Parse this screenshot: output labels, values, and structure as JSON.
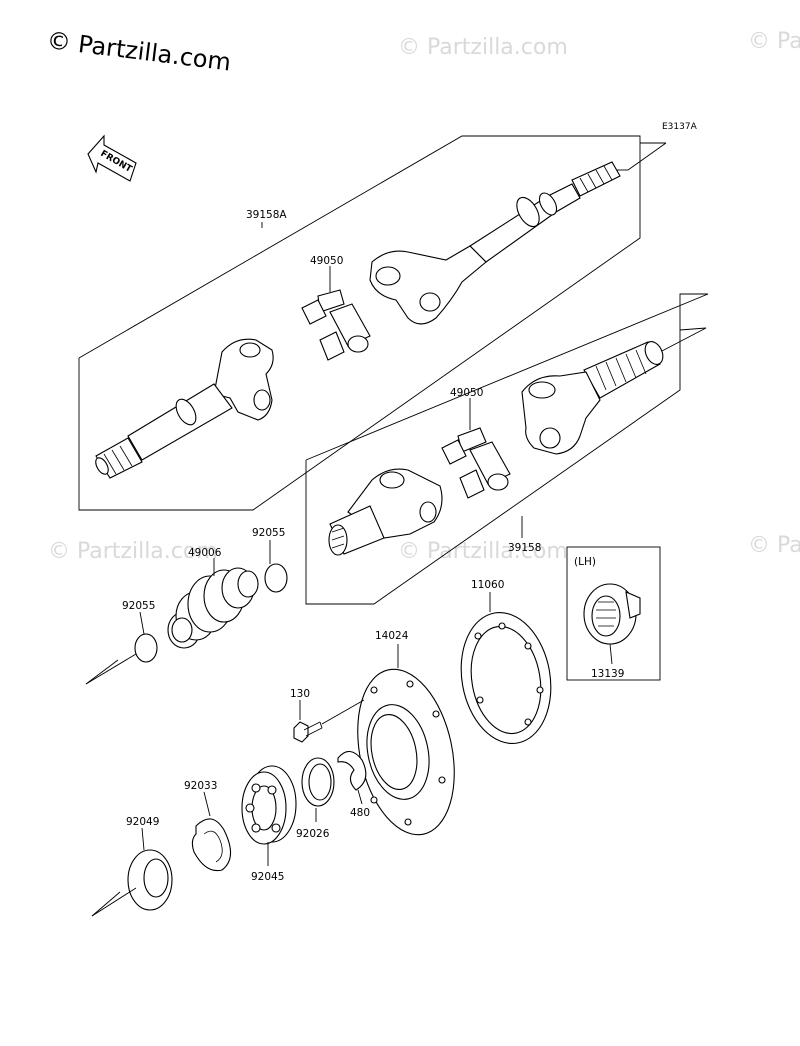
{
  "watermark": {
    "main": "© Partzilla.com",
    "faint": "© Partzilla.com"
  },
  "diagram_code": "E3137A",
  "front_label": "FRONT",
  "lh_label": "(LH)",
  "parts": {
    "p39158A": "39158A",
    "p49050_top": "49050",
    "p49050_mid": "49050",
    "p39158": "39158",
    "p49006": "49006",
    "p92055_right": "92055",
    "p92055_left": "92055",
    "p11060": "11060",
    "p14024": "14024",
    "p13139": "13139",
    "p130": "130",
    "p480": "480",
    "p92033": "92033",
    "p92026": "92026",
    "p92045": "92045",
    "p92049": "92049"
  }
}
